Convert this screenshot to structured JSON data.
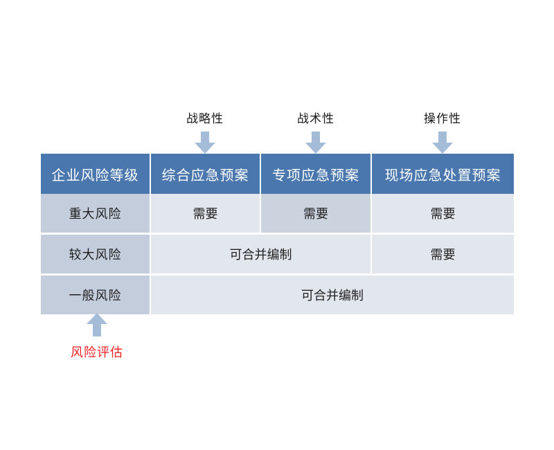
{
  "figure": {
    "background_color": "#ffffff",
    "header_color": "#4a77ad",
    "rowlabel_color": "#c4cddc",
    "cell_color": "#e2e7ee",
    "cell_accent_color": "#cbd3df",
    "arrow_color": "#a4bcd7",
    "highlight_text_color": "#ee2222"
  },
  "top_annotations": [
    {
      "label": "战略性",
      "icon": "arrow-down-icon"
    },
    {
      "label": "战术性",
      "icon": "arrow-down-icon"
    },
    {
      "label": "操作性",
      "icon": "arrow-down-icon"
    }
  ],
  "bottom_annotation": {
    "label": "风险评估",
    "icon": "arrow-up-icon"
  },
  "table": {
    "headers": [
      "企业风险等级",
      "综合应急预案",
      "专项应急预案",
      "现场应急处置预案"
    ],
    "rows": [
      {
        "label": "重大风险",
        "cells": [
          {
            "text": "需要",
            "span": 1,
            "style": "light"
          },
          {
            "text": "需要",
            "span": 1,
            "style": "accent"
          },
          {
            "text": "需要",
            "span": 1,
            "style": "light"
          }
        ]
      },
      {
        "label": "较大风险",
        "cells": [
          {
            "text": "可合并编制",
            "span": 2,
            "style": "light"
          },
          {
            "text": "需要",
            "span": 1,
            "style": "light"
          }
        ]
      },
      {
        "label": "一般风险",
        "cells": [
          {
            "text": "可合并编制",
            "span": 3,
            "style": "light"
          }
        ]
      }
    ]
  }
}
